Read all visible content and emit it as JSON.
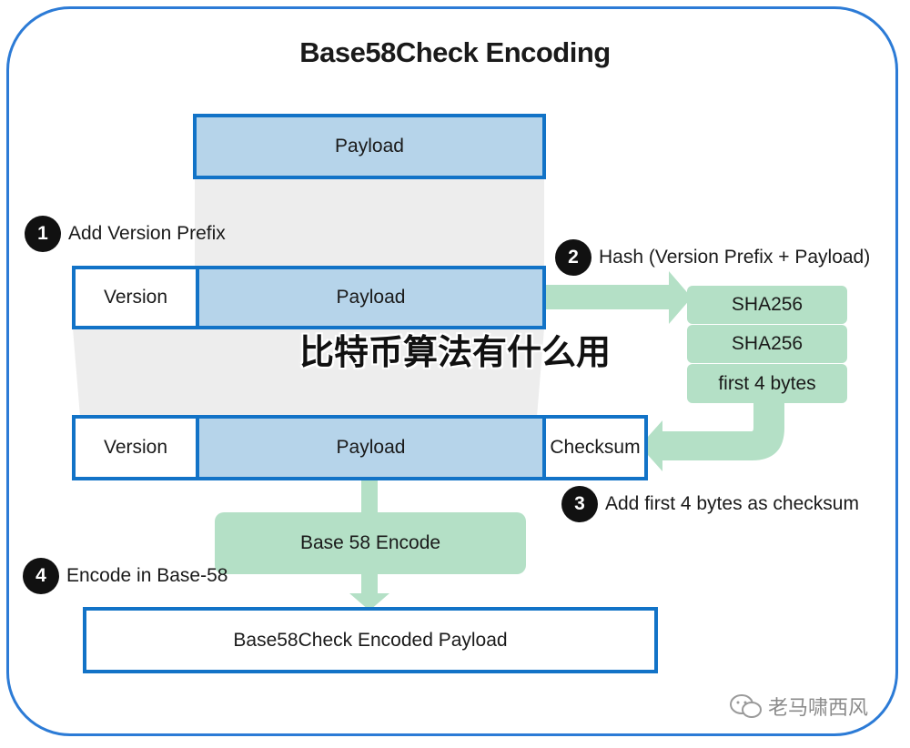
{
  "title": "Base58Check Encoding",
  "overlay_text": "比特币算法有什么用",
  "watermark": "老马啸西风",
  "rows": {
    "top_payload": "Payload",
    "middle_version": "Version",
    "middle_payload": "Payload",
    "bottom_version": "Version",
    "bottom_payload": "Payload",
    "bottom_checksum": "Checksum"
  },
  "hash_steps": [
    "SHA256",
    "SHA256",
    "first 4 bytes"
  ],
  "encode_box": "Base 58 Encode",
  "result_box": "Base58Check Encoded Payload",
  "steps": [
    {
      "num": "1",
      "label": "Add Version Prefix"
    },
    {
      "num": "2",
      "label": "Hash (Version Prefix + Payload)"
    },
    {
      "num": "3",
      "label": "Add first 4 bytes as checksum"
    },
    {
      "num": "4",
      "label": "Encode in Base-58"
    }
  ],
  "colors": {
    "frame": "#2c7bd6",
    "box_border": "#1273c7",
    "payload_fill": "#b6d4ea",
    "green_fill": "#b4e0c6",
    "gray_funnel": "#ededed"
  }
}
